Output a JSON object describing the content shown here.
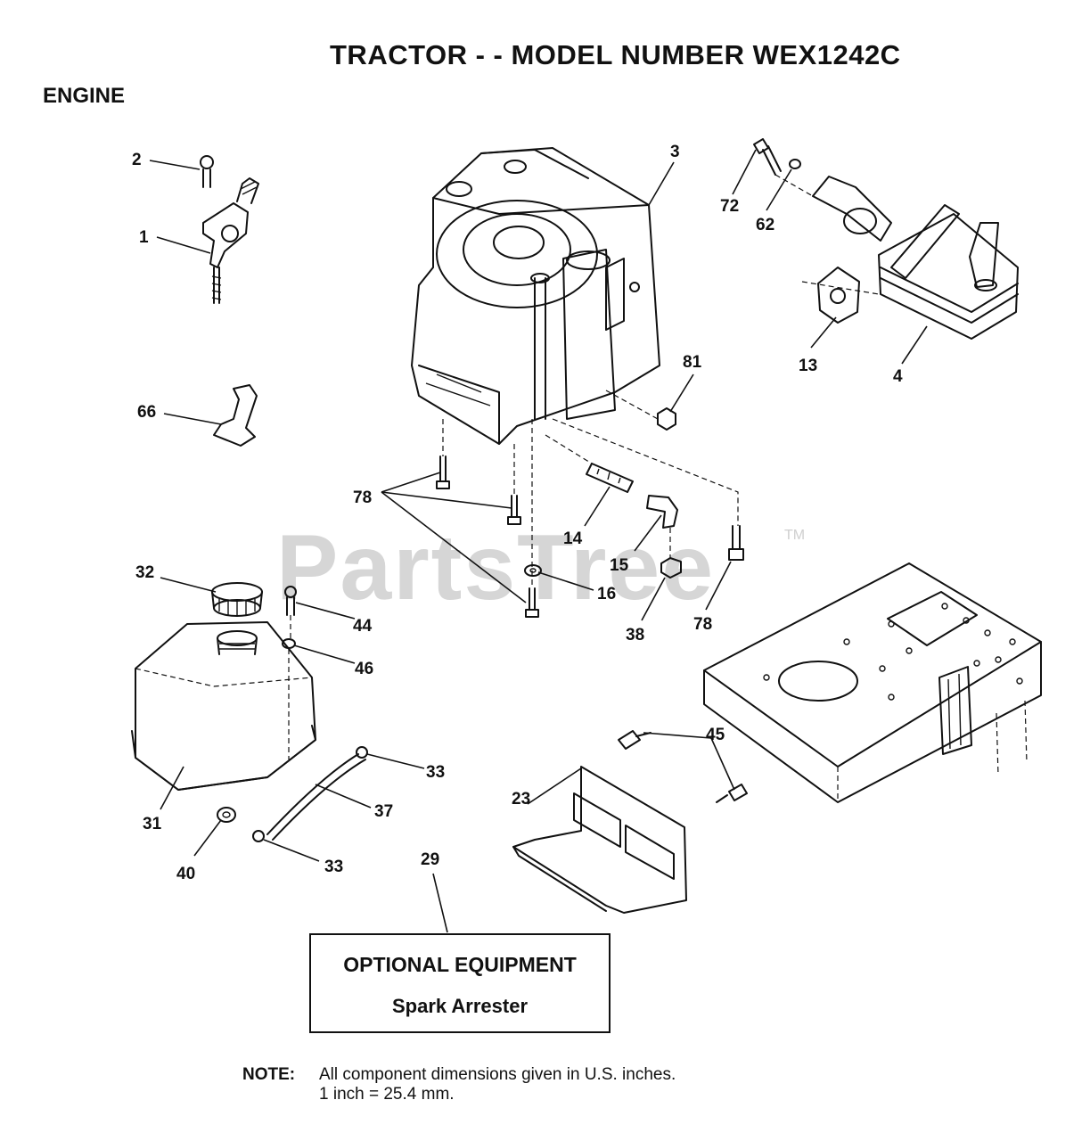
{
  "header": {
    "title": "TRACTOR - - MODEL NUMBER WEX1242C",
    "section": "ENGINE"
  },
  "watermark": {
    "text": "PartsTree",
    "tm": "TM"
  },
  "callouts": {
    "c1": "1",
    "c2": "2",
    "c3": "3",
    "c4": "4",
    "c13": "13",
    "c14": "14",
    "c15": "15",
    "c16": "16",
    "c23": "23",
    "c29": "29",
    "c31": "31",
    "c32": "32",
    "c33a": "33",
    "c33b": "33",
    "c37": "37",
    "c38": "38",
    "c40": "40",
    "c44": "44",
    "c45": "45",
    "c46": "46",
    "c62": "62",
    "c66": "66",
    "c72": "72",
    "c78a": "78",
    "c78b": "78",
    "c81": "81"
  },
  "optional_equipment": {
    "heading": "OPTIONAL EQUIPMENT",
    "item": "Spark Arrester"
  },
  "note": {
    "label": "NOTE:",
    "line1": "All component dimensions given in U.S. inches.",
    "line2": "1 inch = 25.4 mm."
  }
}
